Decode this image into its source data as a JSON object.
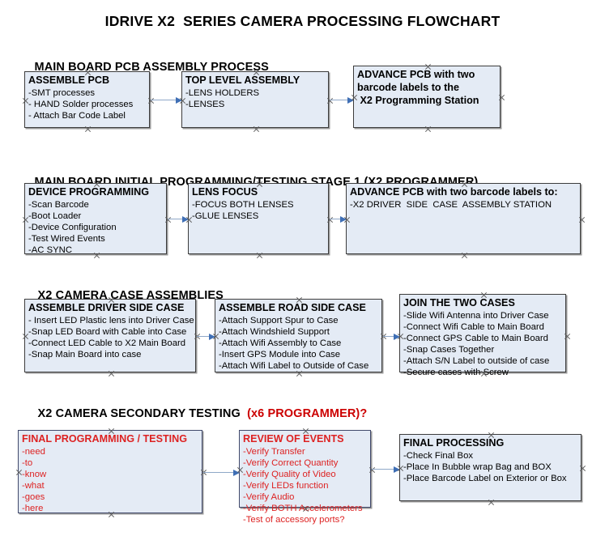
{
  "title": "IDRIVE X2  SERIES CAMERA PROCESSING FLOWCHART",
  "sections": [
    {
      "id": "sec1",
      "label": "MAIN BOARD PCB ASSEMBLY PROCESS",
      "accent": ""
    },
    {
      "id": "sec2",
      "label": "MAIN BOARD INITIAL PROGRAMMING/TESTING STAGE 1 (X2 PROGRAMMER)",
      "accent": ""
    },
    {
      "id": "sec3",
      "label": "X2 CAMERA CASE ASSEMBLIES",
      "accent": ""
    },
    {
      "id": "sec4",
      "label": "X2 CAMERA SECONDARY TESTING  ",
      "accent": "(x6 PROGRAMMER)?"
    }
  ],
  "nodes": [
    {
      "id": "assemble-pcb",
      "title": "ASSEMBLE PCB",
      "lines": [
        "-SMT processes",
        "- HAND Solder processes",
        "- Attach Bar Code Label"
      ]
    },
    {
      "id": "top-level-assembly",
      "title": "TOP LEVEL ASSEMBLY",
      "lines": [
        "-LENS HOLDERS",
        "-LENSES"
      ]
    },
    {
      "id": "advance-pcb-programming-station",
      "title": "ADVANCE PCB with two",
      "lines": [
        "barcode labels to the",
        " X2 Programming Station"
      ]
    },
    {
      "id": "device-programming",
      "title": "DEVICE PROGRAMMING",
      "lines": [
        "-Scan Barcode",
        "-Boot Loader",
        "-Device Configuration",
        "-Test Wired Events",
        "-AC SYNC"
      ]
    },
    {
      "id": "lens-focus",
      "title": "LENS FOCUS",
      "lines": [
        "-FOCUS BOTH LENSES",
        "-GLUE LENSES"
      ]
    },
    {
      "id": "advance-pcb-driver-side",
      "title": "ADVANCE PCB with two barcode labels to:",
      "lines": [
        "-X2 DRIVER  SIDE  CASE  ASSEMBLY STATION"
      ]
    },
    {
      "id": "assemble-driver-side-case",
      "title": "ASSEMBLE DRIVER SIDE CASE",
      "lines": [
        "- Insert LED Plastic lens into Driver Case",
        "-Snap LED Board with Cable into Case",
        "-Connect LED Cable to X2 Main Board",
        "-Snap Main Board into case"
      ]
    },
    {
      "id": "assemble-road-side-case",
      "title": "ASSEMBLE ROAD SIDE CASE",
      "lines": [
        "-Attach Support Spur to Case",
        "-Attach Windshield Support",
        "-Attach Wifi Assembly to Case",
        "-Insert GPS Module into Case",
        "-Attach Wifi Label to Outside of Case"
      ]
    },
    {
      "id": "join-the-two-cases",
      "title": "JOIN THE TWO CASES",
      "lines": [
        "-Slide Wifi Antenna into Driver Case",
        "-Connect Wifi Cable to Main Board",
        "-Connect GPS Cable to Main Board",
        "-Snap Cases Together",
        "-Attach S/N Label to outside of case",
        "-Secure cases with Screw"
      ]
    },
    {
      "id": "final-programming-testing",
      "title": "FINAL PROGRAMMING / TESTING",
      "lines": [
        "-need",
        "-to",
        "-know",
        "-what",
        "-goes",
        "-here"
      ]
    },
    {
      "id": "review-of-events",
      "title": "REVIEW OF EVENTS",
      "lines": [
        "-Verify Transfer",
        "-Verify Correct Quantity",
        "-Verify Quality of Video",
        "-Verify LEDs function",
        "-Verify Audio",
        "-Verify BOTH Accelerometers",
        "-Test of accessory ports?"
      ]
    },
    {
      "id": "final-processing",
      "title": "FINAL PROCESSING",
      "lines": [
        "-Check Final Box",
        "-Place In Bubble wrap Bag and BOX",
        "-Place Barcode Label on Exterior or Box"
      ]
    }
  ],
  "colors": {
    "node_fill": "#e4ebf5",
    "node_border": "#3c3c3c",
    "connector": "#8fa8c8",
    "arrowhead": "#3f6fb5",
    "accent_red": "#cc0000",
    "red_text": "#dd2222",
    "background": "#ffffff"
  }
}
